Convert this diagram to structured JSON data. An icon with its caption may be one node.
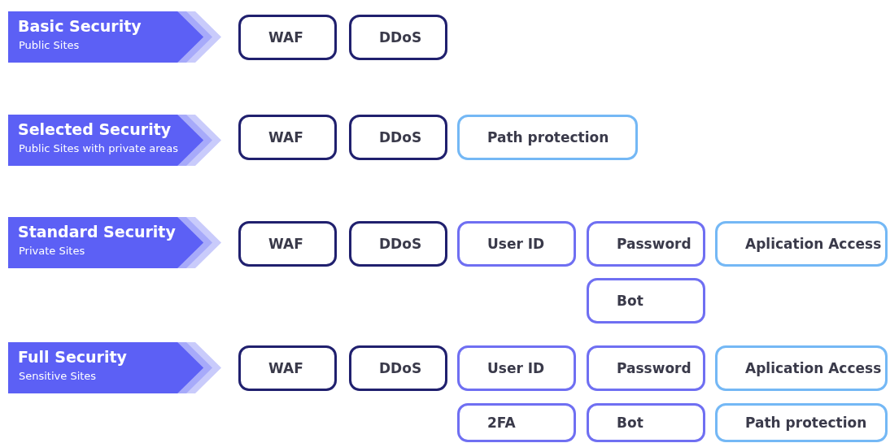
{
  "diagram": {
    "nodes": [
      {
        "text": [
          "Basic Security",
          "Public Sites"
        ]
      },
      {
        "text": [
          "WAF"
        ]
      },
      {
        "text": [
          "DDoS"
        ]
      },
      {
        "text": [
          "Selected Security",
          "Public Sites with private areas"
        ]
      },
      {
        "text": [
          "WAF"
        ]
      },
      {
        "text": [
          "DDoS"
        ]
      },
      {
        "text": [
          "Path protection"
        ]
      },
      {
        "text": [
          "Standard Security",
          "Private Sites"
        ]
      },
      {
        "text": [
          "WAF"
        ]
      },
      {
        "text": [
          "DDoS"
        ]
      },
      {
        "text": [
          "User ID"
        ]
      },
      {
        "text": [
          "Password"
        ]
      },
      {
        "text": [
          "Aplication Access"
        ]
      },
      {
        "text": [
          "Bot"
        ]
      },
      {
        "text": [
          "Full Security",
          "Sensitive Sites"
        ]
      },
      {
        "text": [
          "WAF"
        ]
      },
      {
        "text": [
          "DDoS"
        ]
      },
      {
        "text": [
          "User ID"
        ]
      },
      {
        "text": [
          "Password"
        ]
      },
      {
        "text": [
          "Aplication Access"
        ]
      },
      {
        "text": [
          "2FA"
        ]
      },
      {
        "text": [
          "Bot"
        ]
      },
      {
        "text": [
          "Path protection"
        ]
      }
    ],
    "edges": []
  }
}
